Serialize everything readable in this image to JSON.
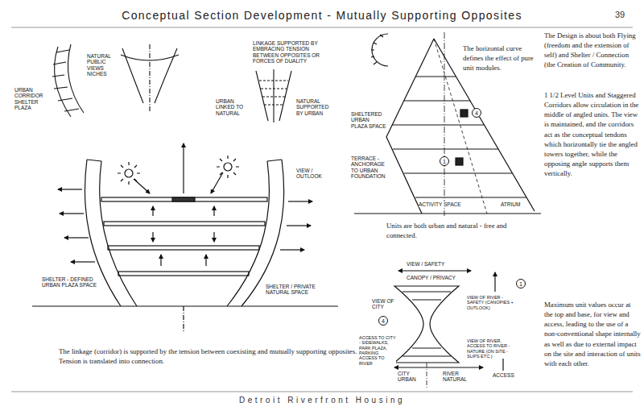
{
  "diagram": {
    "title": "Conceptual Section Development - Mutually Supporting Opposites",
    "nodes": [
      {
        "text": [
          "4"
        ]
      },
      {
        "text": [
          "1"
        ]
      },
      {
        "text": [
          "4"
        ]
      },
      {
        "text": [
          "1"
        ]
      }
    ],
    "labels": [
      "39",
      "Detroit Riverfront Housing",
      "URBAN CORRIDOR SHELTER PLAZA",
      "NATURAL PUBLIC VIEWS NICHES",
      "LINKAGE SUPPORTED BY EMBRACING TENSION BETWEEN OPPOSITES OR FORCES OF DUALITY",
      "URBAN LINKED TO NATURAL",
      "NATURAL SUPPORTED BY URBAN",
      "VIEW / OUTLOOK",
      "SHELTER - DEFINED URBAN PLAZA SPACE",
      "SHELTER / PRIVATE NATURAL SPACE",
      "The linkage (corridor) is supported by the tension between coexisting and mutually supporting opposites. Tension is translated into connection.",
      "The horizontal curve defines the effect of pure unit modules.",
      "SHELTERED URBAN PLAZA SPACE",
      "TERRACE - ANCHORAGE TO URBAN FOUNDATION",
      "ACTIVITY SPACE",
      "ATRIUM",
      "Units are both urban and natural - free and connected.",
      "The Design is about both Flying (freedom and the extension of self) and Shelter / Connection (the Creation of Community.",
      "1 1/2 Level Units and Staggered Corridors allow circulation in the middle of angled units. The view is maintained, and the corridors act as the conceptual tendons which horizontally tie the angled towers together, while the opposing angle supports them vertically.",
      "VIEW / SAFETY",
      "CANOPY / PRIVACY",
      "VIEW OF CITY",
      "VIEW OF RIVER - SAFETY (CANOPIES + OUTLOOK)",
      "ACCESS TO CITY - SIDEWALKS, PARK PLAZA, PARKING ACCESS TO RIVER",
      "VIEW OF RIVER, ACCESS TO RIVER - NATURE (ON SITE - SLIPS ETC.)",
      "CITY URBAN",
      "RIVER NATURAL",
      "ACCESS",
      "Maximum unit values occur at the top and base, for view and access, leading to the use of a non-conventional shape internally as well as due to external impact on the site and interaction of units with each other."
    ]
  }
}
